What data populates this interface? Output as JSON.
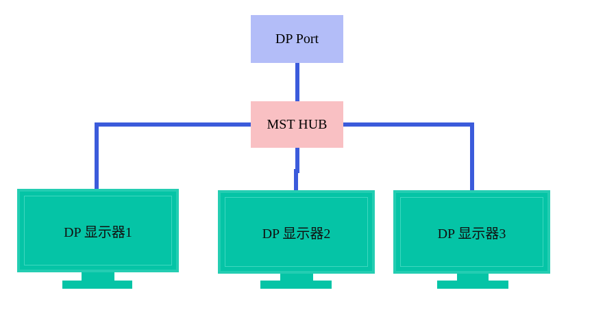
{
  "diagram": {
    "source": {
      "label": "DP Port",
      "color": "#b3bdf8"
    },
    "hub": {
      "label": "MST HUB",
      "color": "#f9c0c3"
    },
    "displays": [
      {
        "label": "DP 显示器1"
      },
      {
        "label": "DP 显示器2"
      },
      {
        "label": "DP 显示器3"
      }
    ],
    "colors": {
      "wire": "#3b5bdb",
      "display": "#05c4a6"
    }
  }
}
